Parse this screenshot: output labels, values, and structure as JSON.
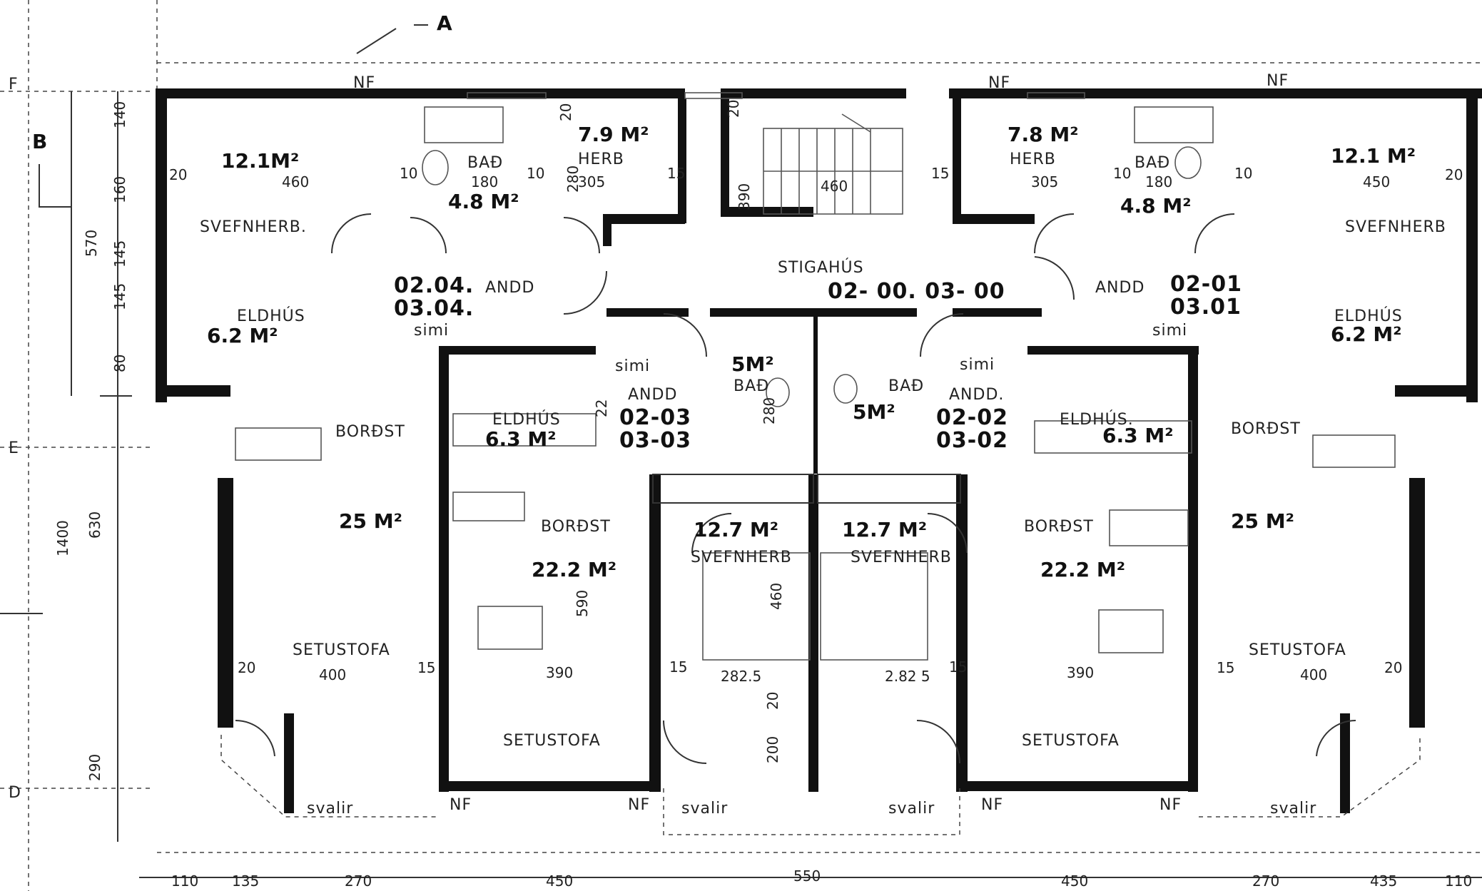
{
  "section_markers": {
    "a": "A",
    "b": "B"
  },
  "grid_labels": {
    "f": "F",
    "e": "E",
    "d": "D"
  },
  "nf_marks": [
    "NF",
    "NF",
    "NF",
    "NF",
    "NF",
    "NF",
    "NF"
  ],
  "rooms": {
    "left_outer": {
      "bedroom": {
        "area": "12.1M²",
        "name": "SVEFNHERB.",
        "width": "460",
        "dim_20": "20"
      },
      "bath": {
        "name": "BAÐ",
        "width": "180",
        "area": "4.8 M²",
        "dim_10a": "10",
        "dim_10b": "10"
      },
      "herb": {
        "area": "7.9 M²",
        "name": "HERB",
        "width": "305",
        "dim_20": "20",
        "dim_280": "280"
      },
      "kitchen": {
        "name": "ELDHÚS",
        "area": "6.2 M²"
      },
      "hall": {
        "name": "ANDD",
        "simi": "simi"
      },
      "unit_code": [
        "02.04.",
        "03.04."
      ],
      "dining": {
        "name": "BORÐST"
      },
      "living": {
        "area": "25 M²",
        "name": "SETUSTOFA",
        "width": "400",
        "dim_20": "20",
        "dim_15": "15"
      },
      "balcony": {
        "name": "svalir"
      }
    },
    "left_inner": {
      "hall": {
        "name": "ANDD",
        "simi": "simi"
      },
      "unit_code": [
        "02-03",
        "03-03"
      ],
      "kitchen": {
        "name": "ELDHÚS",
        "area": "6.3 M²",
        "dim_22": "22"
      },
      "bath": {
        "area": "5M²",
        "name": "BAÐ",
        "dim_280": "280"
      },
      "dining": {
        "name": "BORÐST"
      },
      "living_area": "22.2  M²",
      "living": {
        "name": "SETUSTOFA",
        "width": "390",
        "dim_590": "590"
      },
      "bedroom": {
        "area": "12.7 M²",
        "name": "SVEFNHERB",
        "width": "282.5",
        "depth": "460",
        "dim_15": "15",
        "dim_20": "20",
        "dim_200": "200"
      },
      "balcony": {
        "name": "svalir"
      }
    },
    "stair": {
      "name": "STIGAHÚS",
      "code": "02- 00. 03- 00",
      "dim_390": "390",
      "dim_460": "460",
      "dim_20": "20",
      "dim_15": "15"
    },
    "right_inner": {
      "hall": {
        "name": "ANDD.",
        "simi": "simi"
      },
      "unit_code": [
        "02-02",
        "03-02"
      ],
      "kitchen": {
        "name": "ELDHÚS.",
        "area": "6.3 M²"
      },
      "bath": {
        "area": "5M²",
        "name": "BAÐ"
      },
      "dining": {
        "name": "BORÐST"
      },
      "living_area": "22.2  M²",
      "living": {
        "name": "SETUSTOFA",
        "width": "390"
      },
      "bedroom": {
        "area": "12.7 M²",
        "name": "SVEFNHERB",
        "width": "2.82 5",
        "dim_15": "15"
      },
      "balcony": {
        "name": "svalir"
      }
    },
    "right_outer": {
      "herb": {
        "area": "7.8 M²",
        "name": "HERB",
        "width": "305",
        "dim_15": "15"
      },
      "bath": {
        "name": "BAÐ",
        "width": "180",
        "area": "4.8 M²",
        "dim_10a": "10",
        "dim_10b": "10"
      },
      "bedroom": {
        "area": "12.1 M²",
        "name": "SVEFNHERB",
        "width": "450",
        "dim_20": "20"
      },
      "hall": {
        "name": "ANDD",
        "simi": "simi"
      },
      "unit_code": [
        "02-01",
        "03.01"
      ],
      "kitchen": {
        "name": "ELDHÚS",
        "area": "6.2 M²"
      },
      "dining": {
        "name": "BORÐST"
      },
      "living": {
        "area": "25 M²",
        "name": "SETUSTOFA",
        "width": "400",
        "dim_20": "20",
        "dim_15": "15"
      },
      "balcony": {
        "name": "svalir"
      }
    }
  },
  "left_dims": [
    "140",
    "160",
    "570",
    "145",
    "145",
    "80",
    "1400",
    "630",
    "290"
  ],
  "bottom_dims": [
    "110",
    "135",
    "270",
    "450",
    "550",
    "450",
    "270",
    "435",
    "110"
  ]
}
